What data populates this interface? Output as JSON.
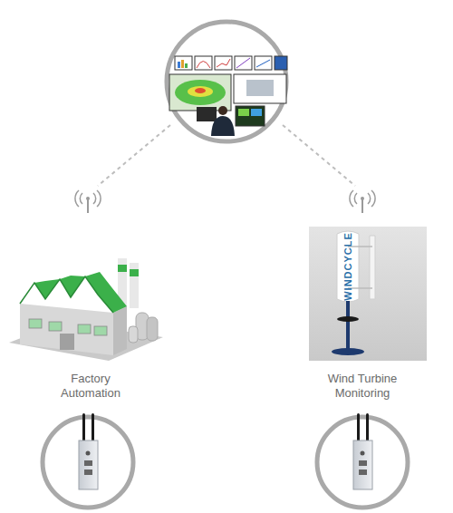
{
  "diagram": {
    "nodes": [
      {
        "text": [
          "Factory Automation"
        ]
      },
      {
        "text": [
          "Wind Turbine Monitoring"
        ]
      }
    ],
    "labels": [
      "WINDCYCLE"
    ]
  }
}
